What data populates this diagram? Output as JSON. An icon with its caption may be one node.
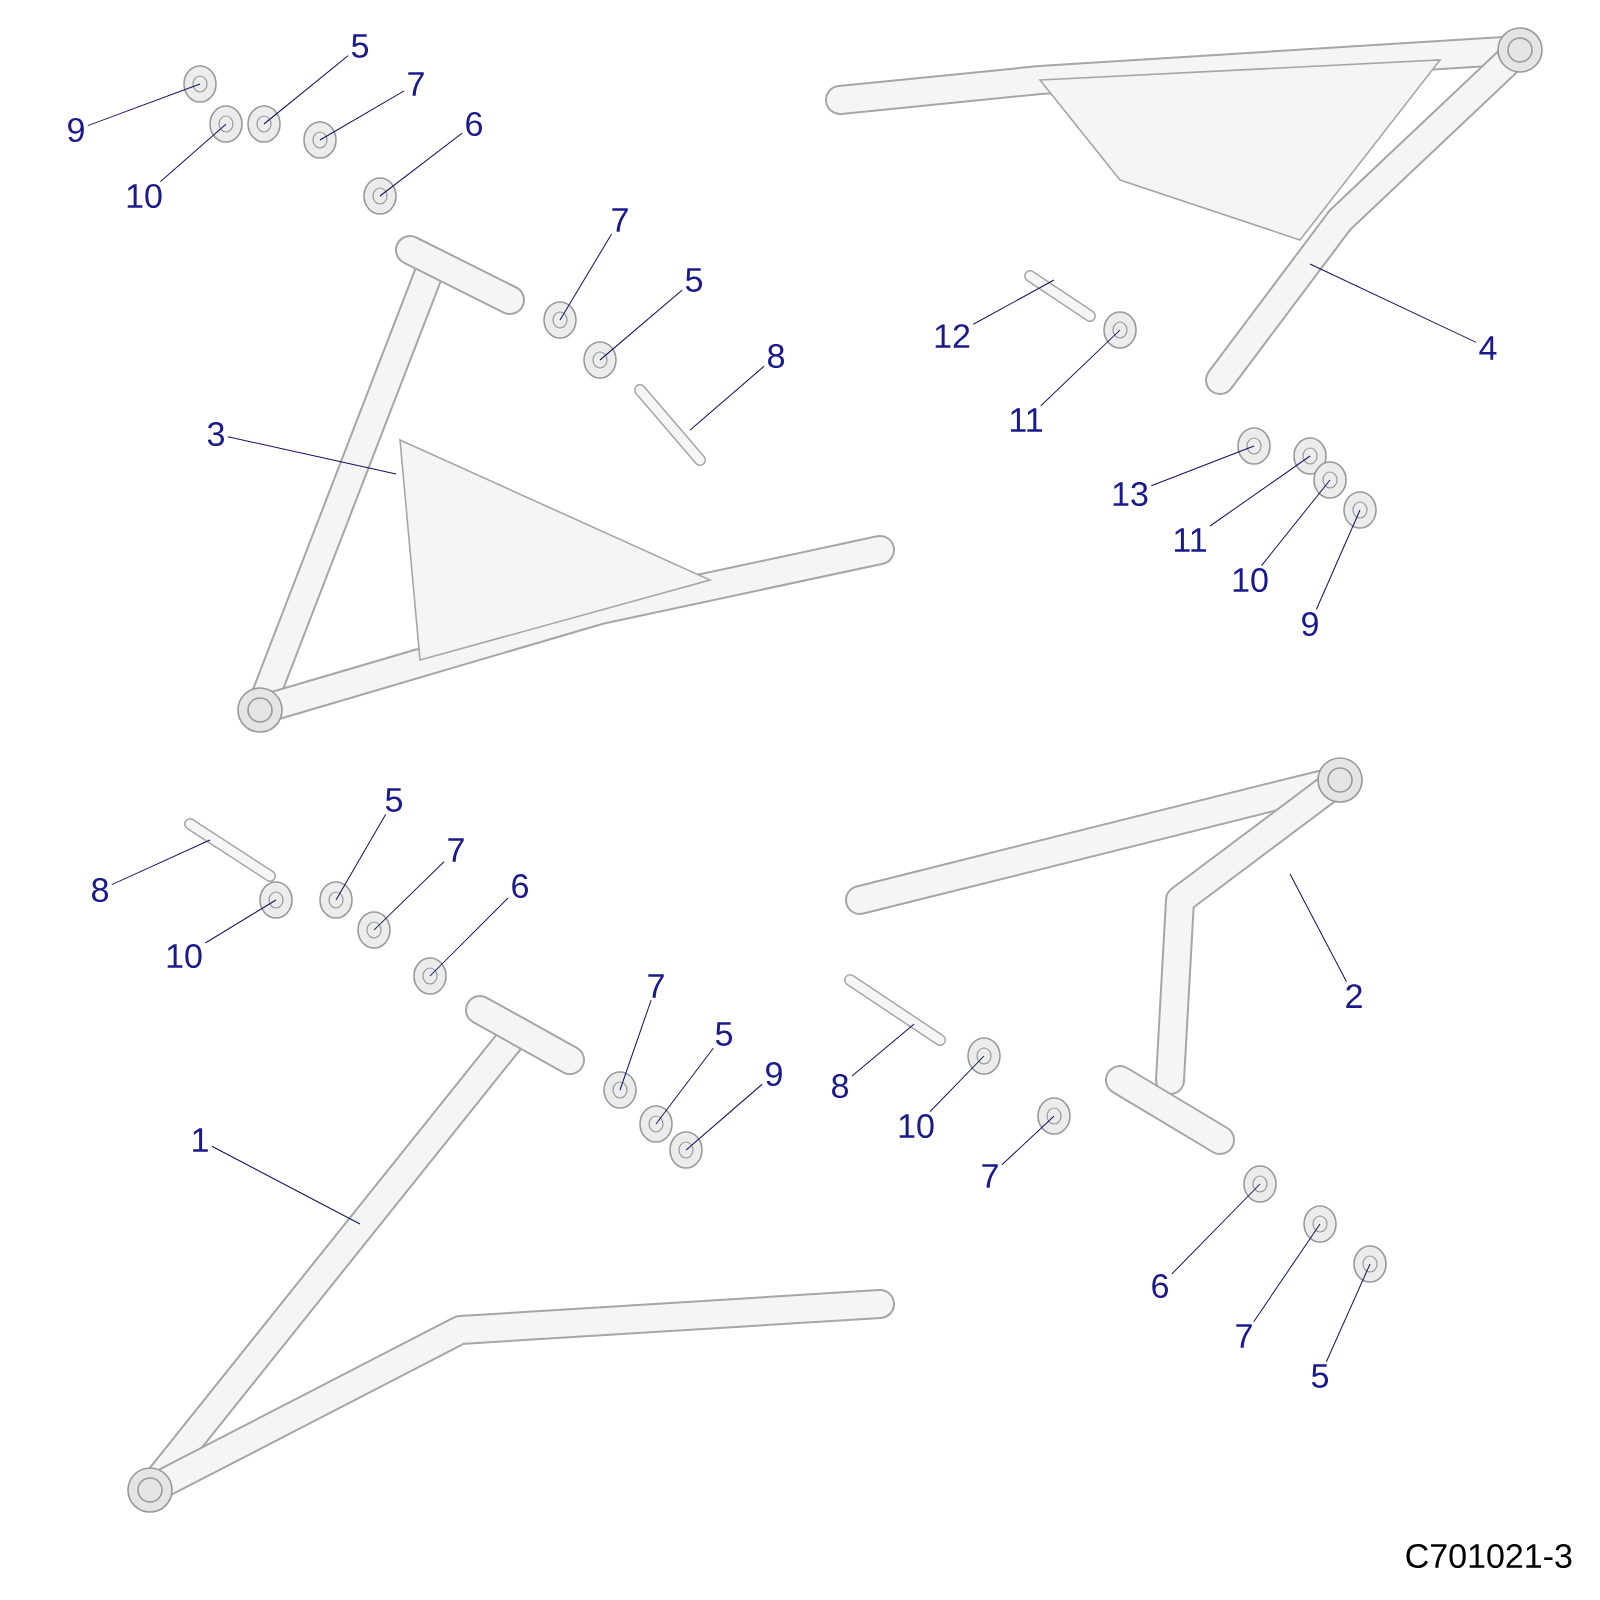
{
  "diagram": {
    "nodes": [
      {
        "text": [
          "9"
        ]
      },
      {
        "text": [
          "10"
        ]
      },
      {
        "text": [
          "5"
        ]
      },
      {
        "text": [
          "7"
        ]
      },
      {
        "text": [
          "6"
        ]
      },
      {
        "text": [
          "7"
        ]
      },
      {
        "text": [
          "5"
        ]
      },
      {
        "text": [
          "8"
        ]
      },
      {
        "text": [
          "3"
        ]
      },
      {
        "text": [
          "12"
        ]
      },
      {
        "text": [
          "11"
        ]
      },
      {
        "text": [
          "4"
        ]
      },
      {
        "text": [
          "13"
        ]
      },
      {
        "text": [
          "11"
        ]
      },
      {
        "text": [
          "10"
        ]
      },
      {
        "text": [
          "9"
        ]
      },
      {
        "text": [
          "8"
        ]
      },
      {
        "text": [
          "10"
        ]
      },
      {
        "text": [
          "5"
        ]
      },
      {
        "text": [
          "7"
        ]
      },
      {
        "text": [
          "6"
        ]
      },
      {
        "text": [
          "7"
        ]
      },
      {
        "text": [
          "5"
        ]
      },
      {
        "text": [
          "9"
        ]
      },
      {
        "text": [
          "1"
        ]
      },
      {
        "text": [
          "2"
        ]
      },
      {
        "text": [
          "8"
        ]
      },
      {
        "text": [
          "10"
        ]
      },
      {
        "text": [
          "7"
        ]
      },
      {
        "text": [
          "6"
        ]
      },
      {
        "text": [
          "7"
        ]
      },
      {
        "text": [
          "5"
        ]
      }
    ],
    "edges": [
      {
        "from": 0,
        "to": null,
        "arrow": "none"
      },
      {
        "from": 1,
        "to": null,
        "arrow": "none"
      },
      {
        "from": 2,
        "to": null,
        "arrow": "none"
      },
      {
        "from": 3,
        "to": null,
        "arrow": "none"
      },
      {
        "from": 4,
        "to": null,
        "arrow": "none"
      },
      {
        "from": 5,
        "to": null,
        "arrow": "none"
      },
      {
        "from": 6,
        "to": null,
        "arrow": "none"
      },
      {
        "from": 7,
        "to": null,
        "arrow": "none"
      },
      {
        "from": 8,
        "to": null,
        "arrow": "none"
      },
      {
        "from": 9,
        "to": null,
        "arrow": "none"
      },
      {
        "from": 10,
        "to": null,
        "arrow": "none"
      },
      {
        "from": 11,
        "to": null,
        "arrow": "none"
      },
      {
        "from": 12,
        "to": null,
        "arrow": "none"
      },
      {
        "from": 13,
        "to": null,
        "arrow": "none"
      },
      {
        "from": 14,
        "to": null,
        "arrow": "none"
      },
      {
        "from": 15,
        "to": null,
        "arrow": "none"
      },
      {
        "from": 16,
        "to": null,
        "arrow": "none"
      },
      {
        "from": 17,
        "to": null,
        "arrow": "none"
      },
      {
        "from": 18,
        "to": null,
        "arrow": "none"
      },
      {
        "from": 19,
        "to": null,
        "arrow": "none"
      },
      {
        "from": 20,
        "to": null,
        "arrow": "none"
      },
      {
        "from": 21,
        "to": null,
        "arrow": "none"
      },
      {
        "from": 22,
        "to": null,
        "arrow": "none"
      },
      {
        "from": 23,
        "to": null,
        "arrow": "none"
      },
      {
        "from": 24,
        "to": null,
        "arrow": "none"
      },
      {
        "from": 25,
        "to": null,
        "arrow": "none"
      },
      {
        "from": 26,
        "to": null,
        "arrow": "none"
      },
      {
        "from": 27,
        "to": null,
        "arrow": "none"
      },
      {
        "from": 28,
        "to": null,
        "arrow": "none"
      },
      {
        "from": 29,
        "to": null,
        "arrow": "none"
      },
      {
        "from": 30,
        "to": null,
        "arrow": "none"
      },
      {
        "from": 31,
        "to": null,
        "arrow": "none"
      }
    ],
    "labels": [
      "C701021-3"
    ]
  }
}
